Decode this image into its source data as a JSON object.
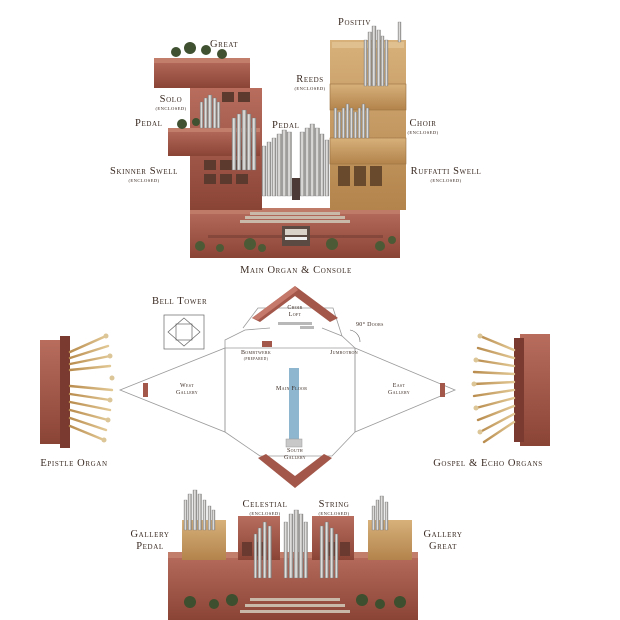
{
  "main": {
    "great": "Great",
    "positiv": "Positiv",
    "reeds": "Reeds",
    "reeds_sub": "(enclosed)",
    "solo": "Solo",
    "solo_sub": "(enclosed)",
    "pedal_left": "Pedal",
    "pedal_center": "Pedal",
    "choir": "Choir",
    "choir_sub": "(enclosed)",
    "skinner_swell": "Skinner Swell",
    "skinner_swell_sub": "(enclosed)",
    "ruffatti_swell": "Ruffatti Swell",
    "ruffatti_swell_sub": "(enclosed)",
    "caption": "Main Organ & Console"
  },
  "plan": {
    "bell_tower": "Bell Tower",
    "choir_loft": "Choir Loft",
    "doors": "90° Doors",
    "bombtwerk": "Bombtwerk",
    "bombtwerk_sub": "(prepared)",
    "jumbotron": "Jumbotron",
    "west_gallery": "West Gallery",
    "main_floor": "Main Floor",
    "east_gallery": "East Gallery",
    "south_gallery": "South Gallery"
  },
  "side": {
    "epistle": "Epistle Organ",
    "gospel": "Gospel & Echo Organs"
  },
  "gallery": {
    "celestial": "Celestial",
    "celestial_sub": "(enclosed)",
    "string": "String",
    "string_sub": "(enclosed)",
    "pedal_line1": "Gallery",
    "pedal_line2": "Pedal",
    "great_line1": "Gallery",
    "great_line2": "Great"
  },
  "colors": {
    "brick": "#a3574a",
    "brick_dark": "#7a3a30",
    "gold": "#c8a064",
    "pipe": "#c9c7c4",
    "floor_line": "#8fb6cf"
  }
}
